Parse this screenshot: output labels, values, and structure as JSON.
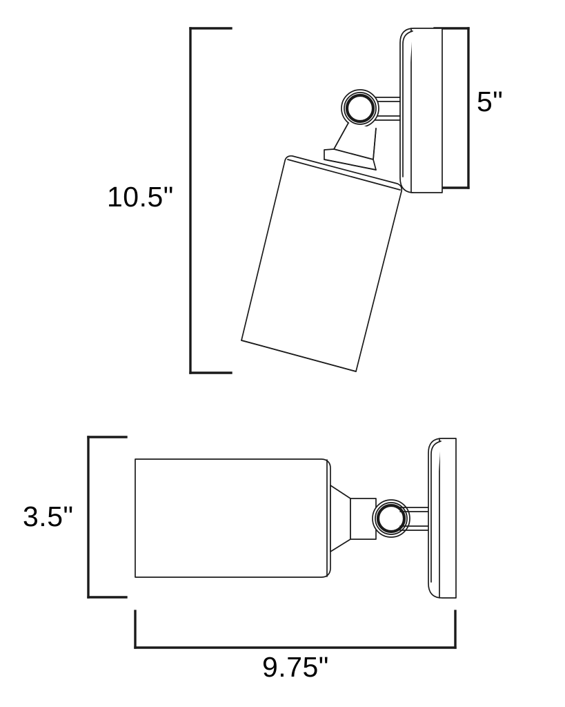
{
  "document": {
    "type": "dimensional-line-drawing",
    "subject": "wall-mounted cylinder spot light fixture",
    "background_color": "#ffffff",
    "line_color": "#1a1a1a",
    "views": [
      {
        "id": "front-elevation",
        "name": "Front elevation view (fixture tilted down)",
        "dimensions_shown": [
          "10.5\"",
          "5\""
        ]
      },
      {
        "id": "side-elevation",
        "name": "Side elevation view (fixture horizontal)",
        "dimensions_shown": [
          "3.5\"",
          "9.75\""
        ]
      }
    ]
  },
  "dimensions": {
    "front_height": {
      "value": "10.5\"",
      "orientation": "vertical",
      "position": "left of front view"
    },
    "front_depth": {
      "value": "5\"",
      "orientation": "vertical",
      "position": "right of front view"
    },
    "side_height": {
      "value": "3.5\"",
      "orientation": "vertical",
      "position": "left of side view"
    },
    "side_width": {
      "value": "9.75\"",
      "orientation": "horizontal",
      "position": "below side view"
    }
  },
  "parts": {
    "wall_plate": "rounded rectangular canopy / backplate",
    "stem": "double-line straight arm",
    "knuckle": "circular pivot joint with concentric ring",
    "neck": "tapered conical transition",
    "shade": "cylindrical shade body"
  }
}
